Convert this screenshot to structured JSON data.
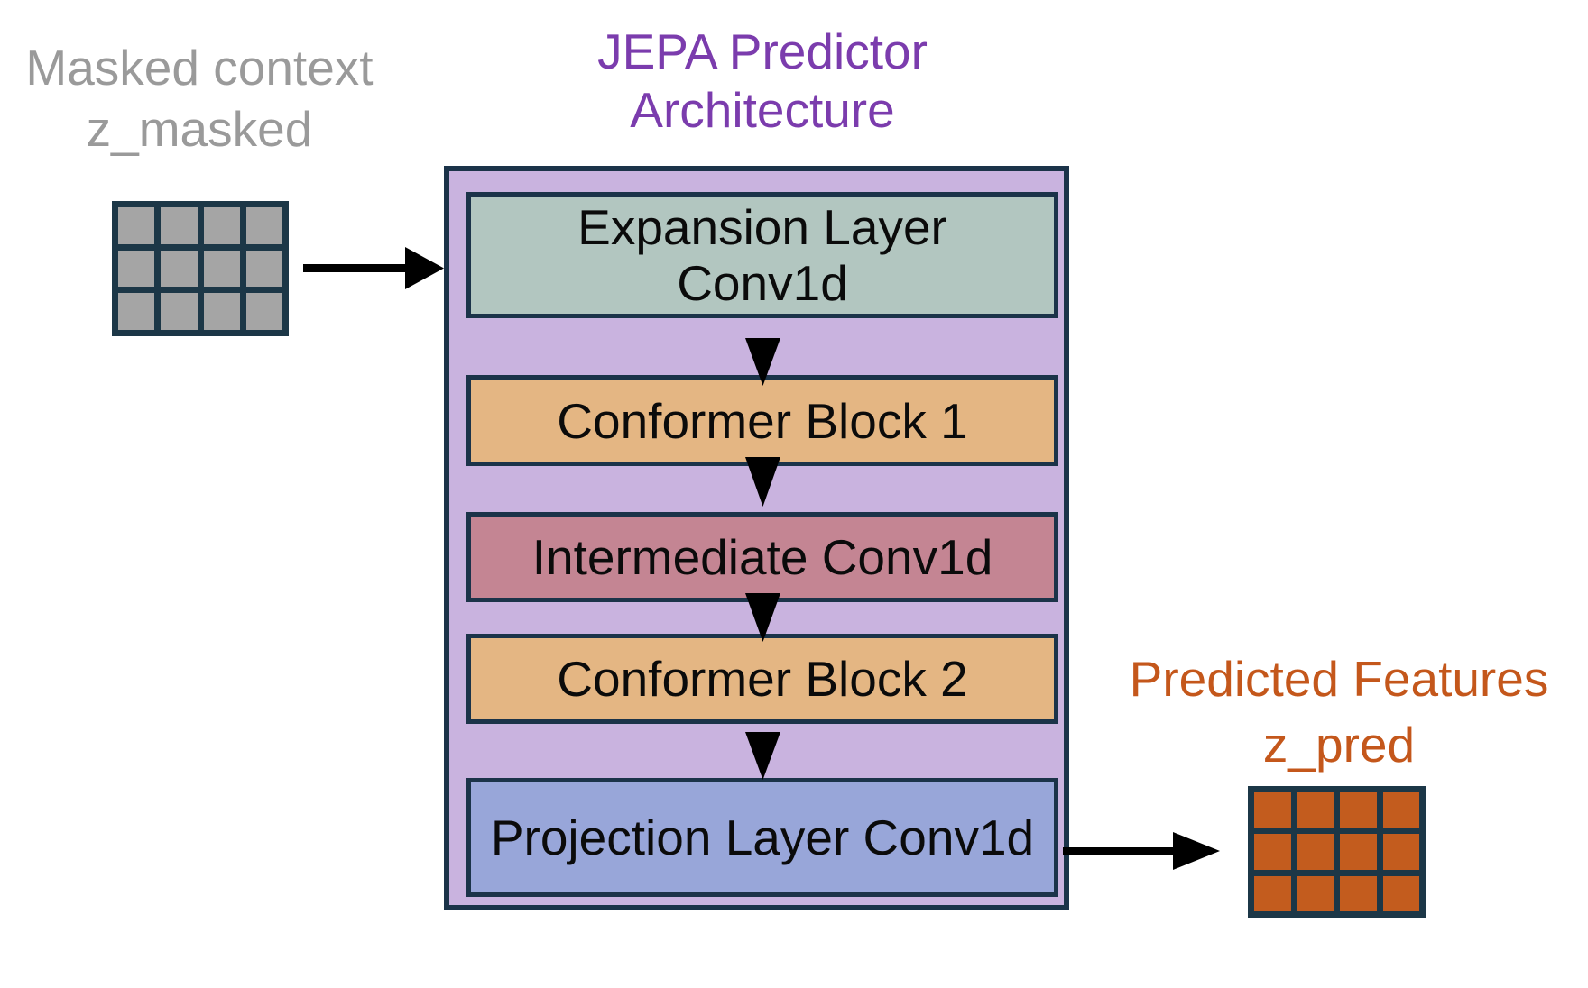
{
  "diagram": {
    "title": {
      "lines": [
        "JEPA Predictor",
        "Architecture"
      ],
      "color": "#7b3cad"
    },
    "input": {
      "label_lines": [
        "Masked context",
        "z_masked"
      ],
      "label_color": "#9a9a9a",
      "grid": {
        "rows": 3,
        "cols": 4,
        "cell_color": "#a5a5a5",
        "border_color": "#1c3747"
      }
    },
    "output": {
      "label_lines": [
        "Predicted Features",
        "z_pred"
      ],
      "label_color": "#c4571b",
      "grid": {
        "rows": 3,
        "cols": 4,
        "cell_color": "#c35c1e",
        "border_color": "#1c3747"
      }
    },
    "predictor": {
      "container_fill": "#c9b3df",
      "line_color": "#1b3349",
      "blocks": [
        {
          "id": "expansion-layer",
          "label_lines": [
            "Expansion Layer",
            "Conv1d"
          ],
          "fill": "#b2c6c0"
        },
        {
          "id": "conformer-block-1",
          "label_lines": [
            "Conformer Block 1"
          ],
          "fill": "#e4b683"
        },
        {
          "id": "intermediate-conv",
          "label_lines": [
            "Intermediate Conv1d"
          ],
          "fill": "#c48593"
        },
        {
          "id": "conformer-block-2",
          "label_lines": [
            "Conformer Block 2"
          ],
          "fill": "#e4b683"
        },
        {
          "id": "projection-layer",
          "label_lines": [
            "Projection Layer Conv1d"
          ],
          "fill": "#98a6d9"
        }
      ]
    },
    "icons": {
      "flow_arrow_right": "css-triangle-right",
      "flow_arrow_down": "css-triangle-down",
      "arrow_color": "#000000"
    }
  }
}
